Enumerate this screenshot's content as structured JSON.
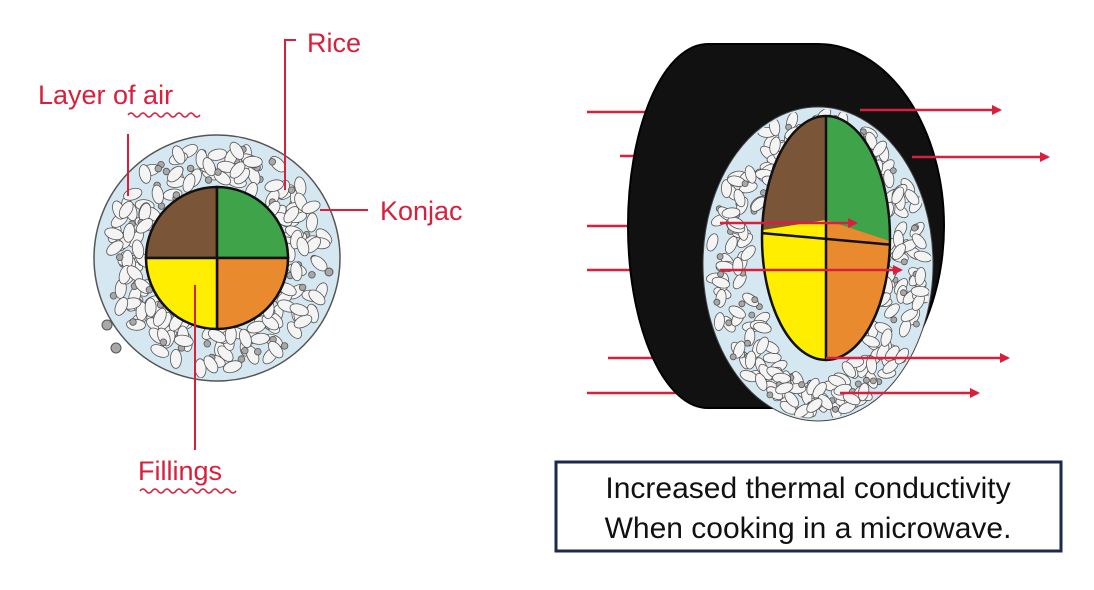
{
  "labels": {
    "rice": "Rice",
    "layer_of_air": "Layer of air",
    "konjac": "Konjac",
    "fillings": "Fillings"
  },
  "caption": {
    "line1": "Increased thermal conductivity",
    "line2": "When cooking in a microwave."
  },
  "colors": {
    "label": "#d81f3c",
    "arrow": "#d81f3c",
    "leader": "#d81f3c",
    "air_layer": "#d5e8f2",
    "rice_grain": "#f4f4f4",
    "konjac_dot": "#a8a8a8",
    "nori": "#111111",
    "filling_brown": "#7b5538",
    "filling_green": "#3fa34a",
    "filling_yellow": "#ffee00",
    "filling_orange": "#ea8a2e",
    "caption_border": "#1c2a4a"
  }
}
